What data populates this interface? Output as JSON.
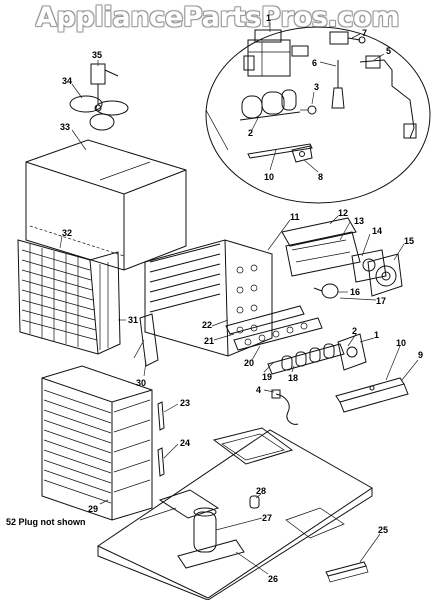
{
  "watermark": "AppliancePartsPros.com",
  "note": "52 Plug not shown",
  "callouts": [
    "1",
    "7",
    "6",
    "5",
    "35",
    "3",
    "34",
    "2",
    "33",
    "10",
    "8",
    "11",
    "12",
    "13",
    "32",
    "14",
    "15",
    "16",
    "17",
    "31",
    "22",
    "21",
    "20",
    "19",
    "1",
    "18",
    "2",
    "10",
    "9",
    "30",
    "4",
    "23",
    "24",
    "29",
    "28",
    "27",
    "25",
    "26"
  ]
}
